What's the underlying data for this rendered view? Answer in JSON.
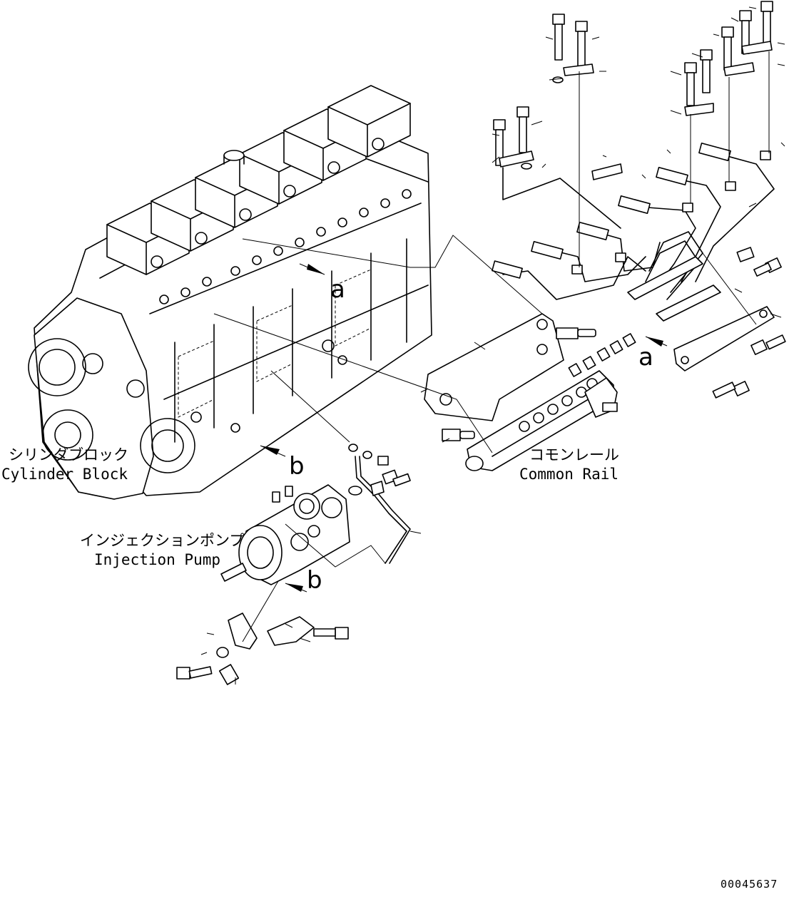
{
  "labels": {
    "cylinder_block_jp": "シリンダブロック",
    "cylinder_block_en": "Cylinder Block",
    "common_rail_jp": "コモンレール",
    "common_rail_en": "Common Rail",
    "injection_pump_jp": "インジェクションポンプ",
    "injection_pump_en": "Injection Pump"
  },
  "refs": {
    "a": "a",
    "b": "b"
  },
  "doc_id": "00045637"
}
